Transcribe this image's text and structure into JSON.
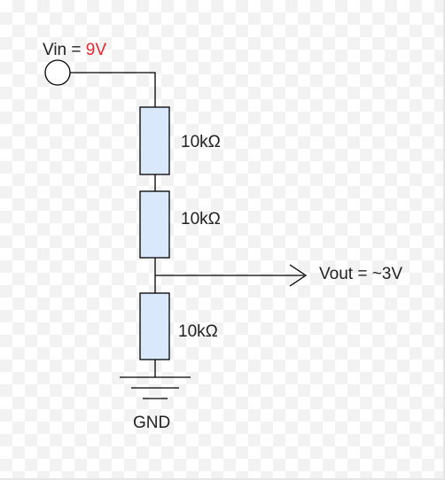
{
  "source": {
    "label": "Vin = ",
    "value": "9V",
    "value_color": "#e8262b"
  },
  "resistors": [
    {
      "label": "10kΩ"
    },
    {
      "label": "10kΩ"
    },
    {
      "label": "10kΩ"
    }
  ],
  "output": {
    "label": "Vout = ~3V"
  },
  "ground": {
    "label": "GND"
  },
  "colors": {
    "resistor_fill": "#dae8fc",
    "wire": "#000000"
  }
}
